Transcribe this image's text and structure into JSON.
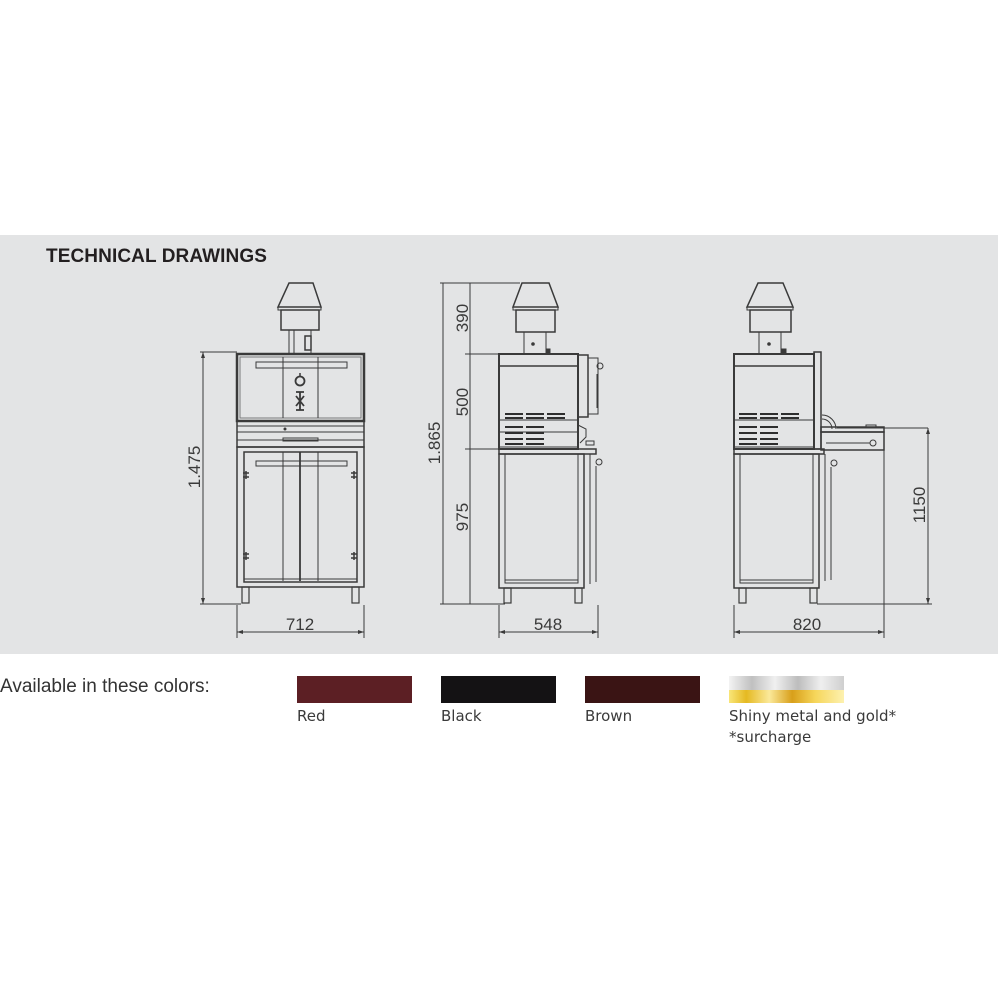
{
  "panel": {
    "title": "TECHNICAL DRAWINGS",
    "background": "#e3e4e5"
  },
  "drawings": {
    "front_view": {
      "height_label": "1.475",
      "width_label": "712"
    },
    "side_view": {
      "total_height_label": "1.865",
      "chimney_label": "390",
      "oven_label": "500",
      "base_label": "975",
      "width_label": "548"
    },
    "side_view_with_shelf": {
      "shelf_height_label": "1150",
      "width_label": "820"
    }
  },
  "colors": {
    "label": "Available in these colors:",
    "options": [
      {
        "name": "Red",
        "hex": "#5c1f24"
      },
      {
        "name": "Black",
        "hex": "#141214"
      },
      {
        "name": "Brown",
        "hex": "#3a1414"
      },
      {
        "name": "Shiny metal and gold*",
        "hex": "#d9b23a"
      }
    ],
    "note": "*surcharge"
  }
}
